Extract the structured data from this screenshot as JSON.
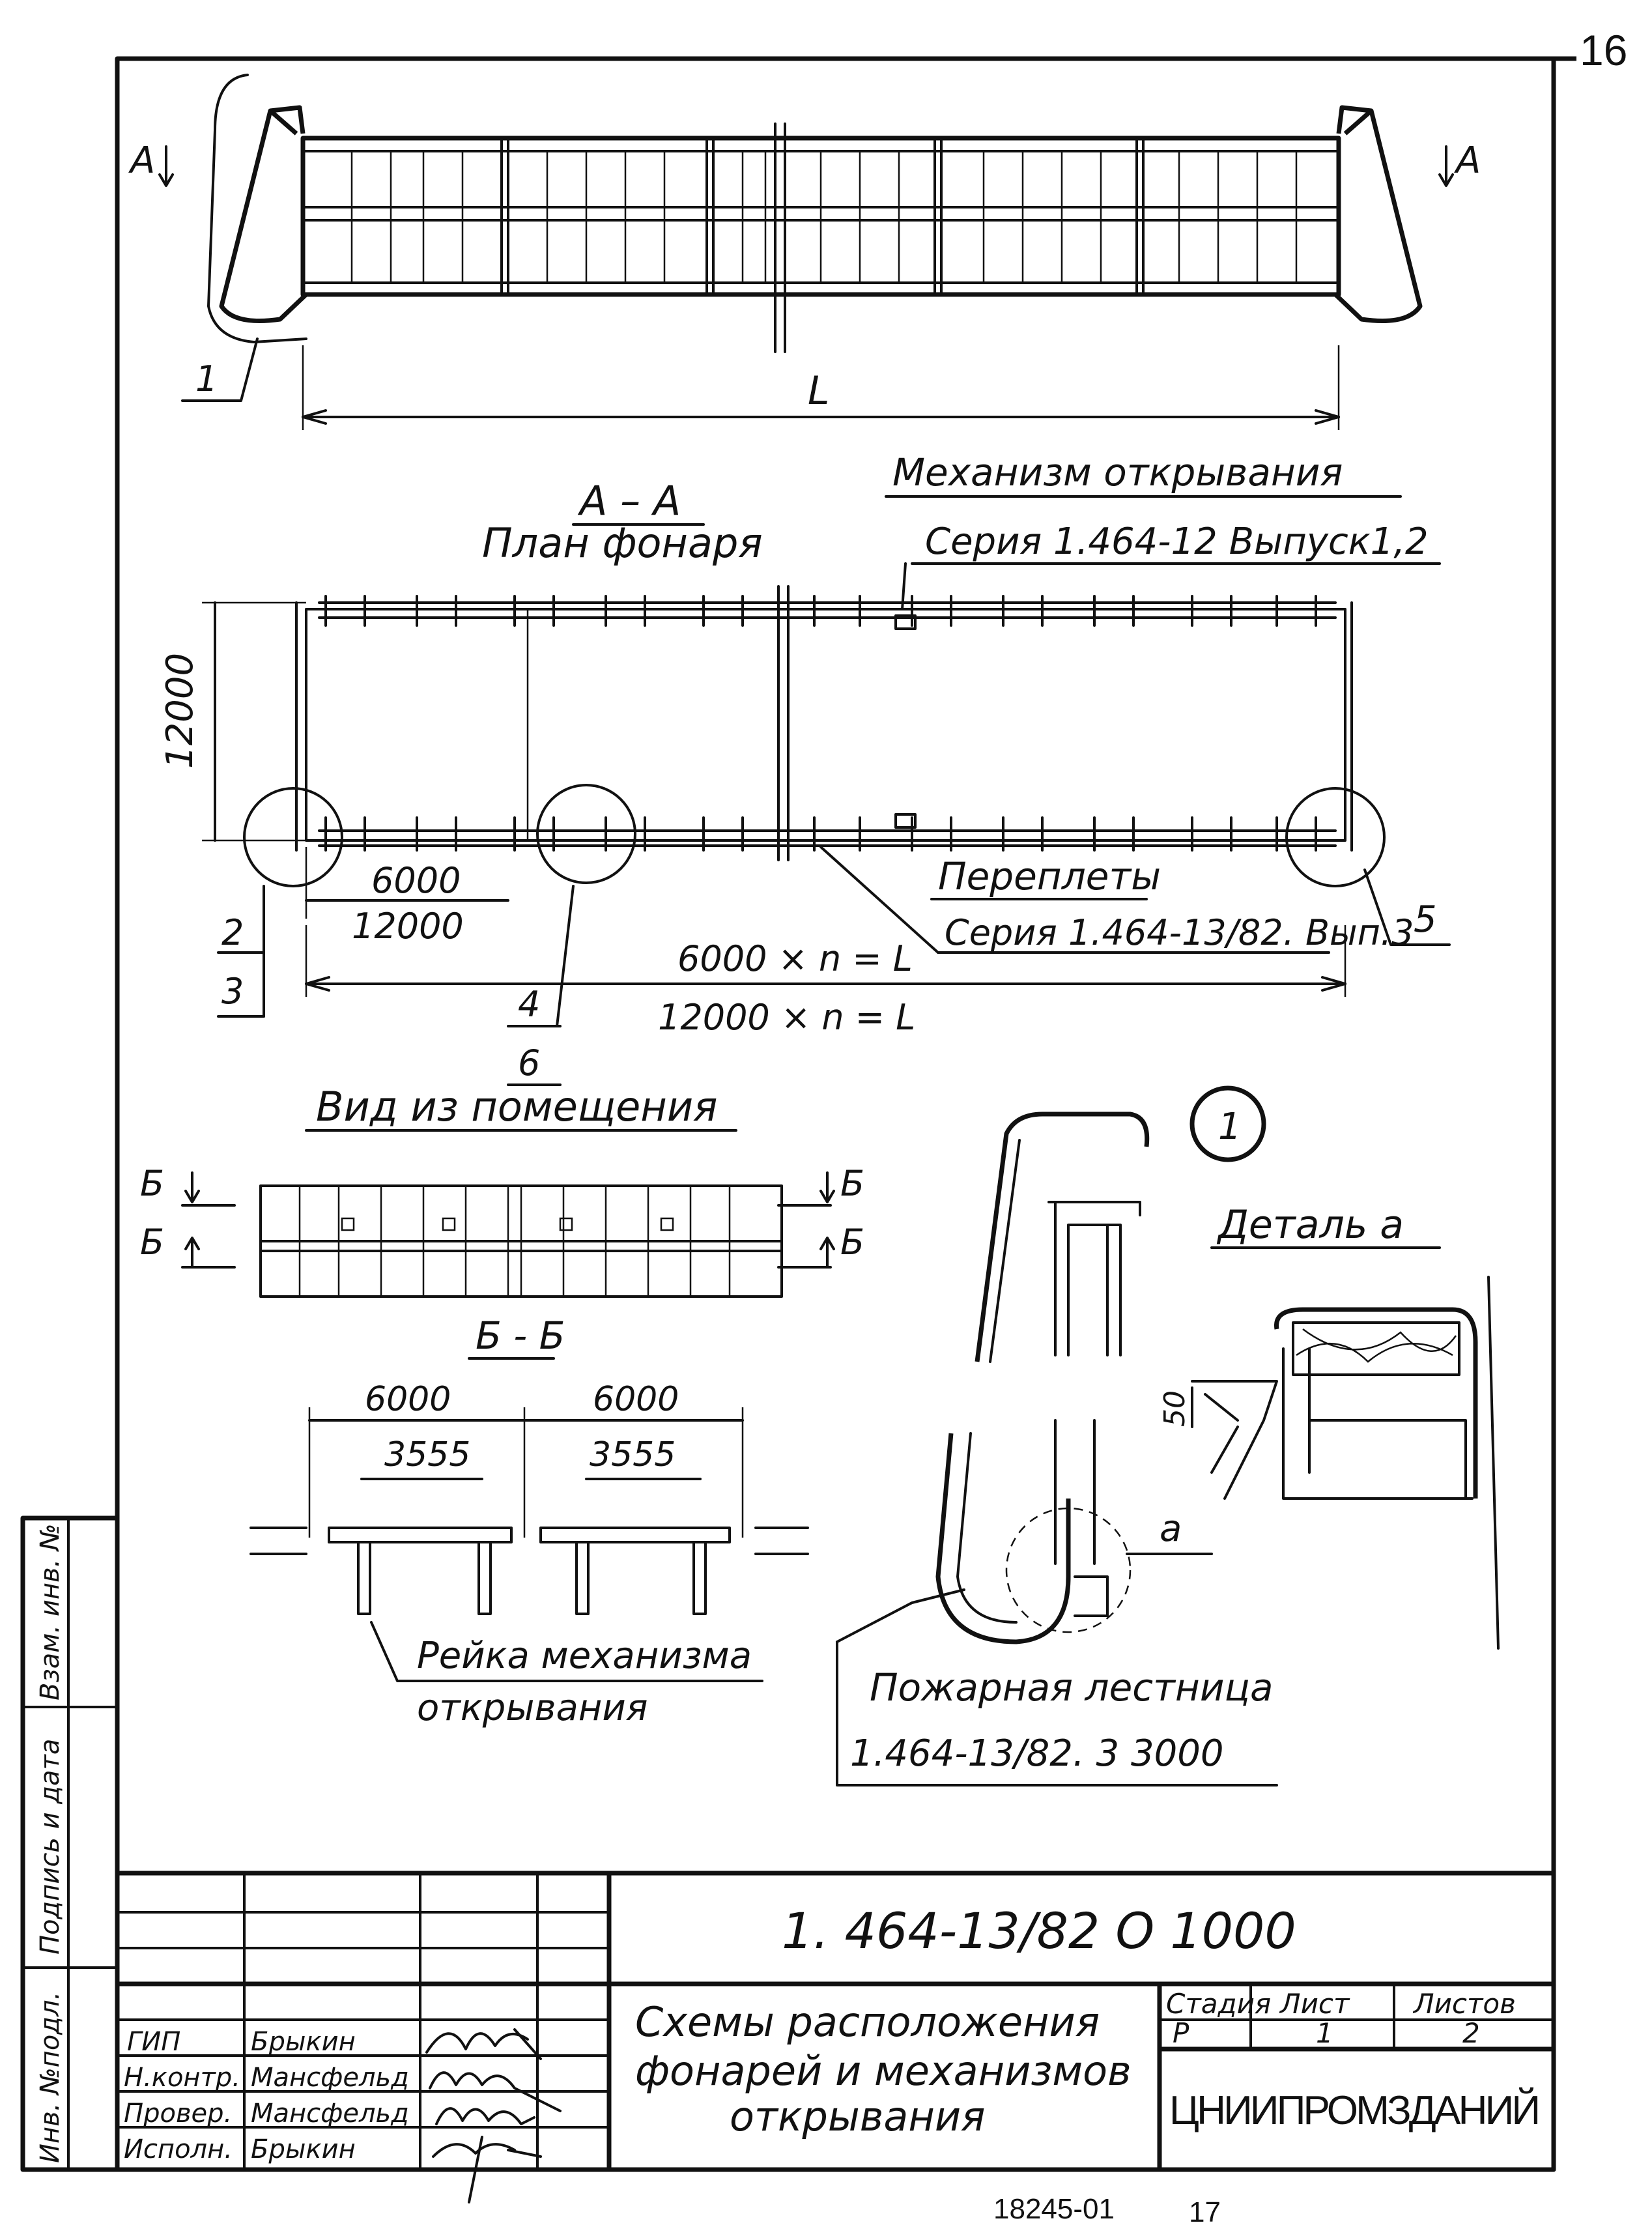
{
  "page_number": "16",
  "section_mark": "А",
  "dimension_L": "L",
  "plan": {
    "title": "А – А",
    "subtitle": "План фонаря",
    "height_dim": "12000",
    "dim_6000": "6000",
    "dim_12000": "12000",
    "formula_1": "6000 × n = L",
    "formula_2": "12000 × n = L"
  },
  "mechanism": {
    "title": "Механизм открывания",
    "series": "Серия 1.464-12  Выпуск1,2"
  },
  "frames": {
    "title": "Переплеты",
    "series": "Серия 1.464-13/82. Вып.3"
  },
  "callouts": {
    "c1": "1",
    "c2_top": "2",
    "c2_bottom": "3",
    "c4_top": "4",
    "c4_bottom": "6",
    "c5": "5"
  },
  "room_view": {
    "title": "Вид из помещения",
    "mark": "Б"
  },
  "section_bb": {
    "title": "Б - Б",
    "dim_6000_a": "6000",
    "dim_6000_b": "6000",
    "dim_3555_a": "3555",
    "dim_3555_b": "3555",
    "rail_label_1": "Рейка механизма",
    "rail_label_2": "открывания"
  },
  "detail": {
    "circle_num": "1",
    "detail_title": "Деталь а",
    "detail_mark": "а",
    "dim_50": "50",
    "ladder_1": "Пожарная лестница",
    "ladder_2": "1.464-13/82. 3 3000"
  },
  "side_stamp": {
    "inv_orig": "Инв. №подл.",
    "sign_date": "Подпись и дата",
    "replace_inv": "Взам. инв. №"
  },
  "title_block": {
    "code": "1. 464-13/82 О 1000",
    "title_1": "Схемы расположения",
    "title_2": "фонарей и механизмов",
    "title_3": "открывания",
    "stage_label": "Стадия",
    "sheet_label": "Лист",
    "sheets_label": "Листов",
    "stage": "Р",
    "sheet": "1",
    "sheets": "2",
    "org": "ЦНИИПРОМЗДАНИЙ",
    "roles": [
      {
        "role": "ГИП",
        "name": "Брыкин"
      },
      {
        "role": "Н.контр.",
        "name": "Мансфельд"
      },
      {
        "role": "Провер.",
        "name": "Мансфельд"
      },
      {
        "role": "Исполн.",
        "name": "Брыкин"
      }
    ]
  },
  "footer": {
    "doc_no": "18245-01",
    "page": "17"
  }
}
